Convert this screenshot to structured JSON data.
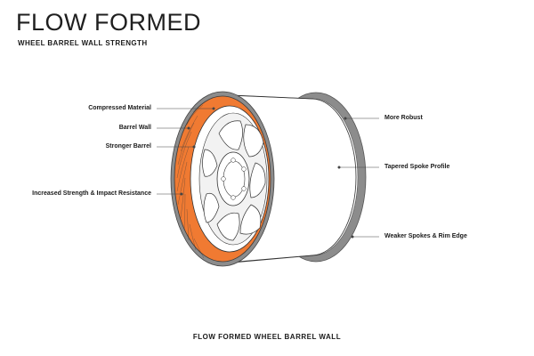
{
  "header": {
    "title": "FLOW FORMED",
    "subtitle": "WHEEL BARREL WALL STRENGTH"
  },
  "labels_left": [
    "Compressed Material",
    "Barrel Wall",
    "Stronger Barrel",
    "Increased Strength & Impact Resistance"
  ],
  "labels_right": [
    "More Robust",
    "Tapered Spoke Profile",
    "Weaker Spokes & Rim Edge"
  ],
  "caption": "FLOW FORMED WHEEL BARREL WALL",
  "colors": {
    "accent": "#f07a32",
    "rim_gray": "#8c8c8c",
    "line": "#333333"
  }
}
